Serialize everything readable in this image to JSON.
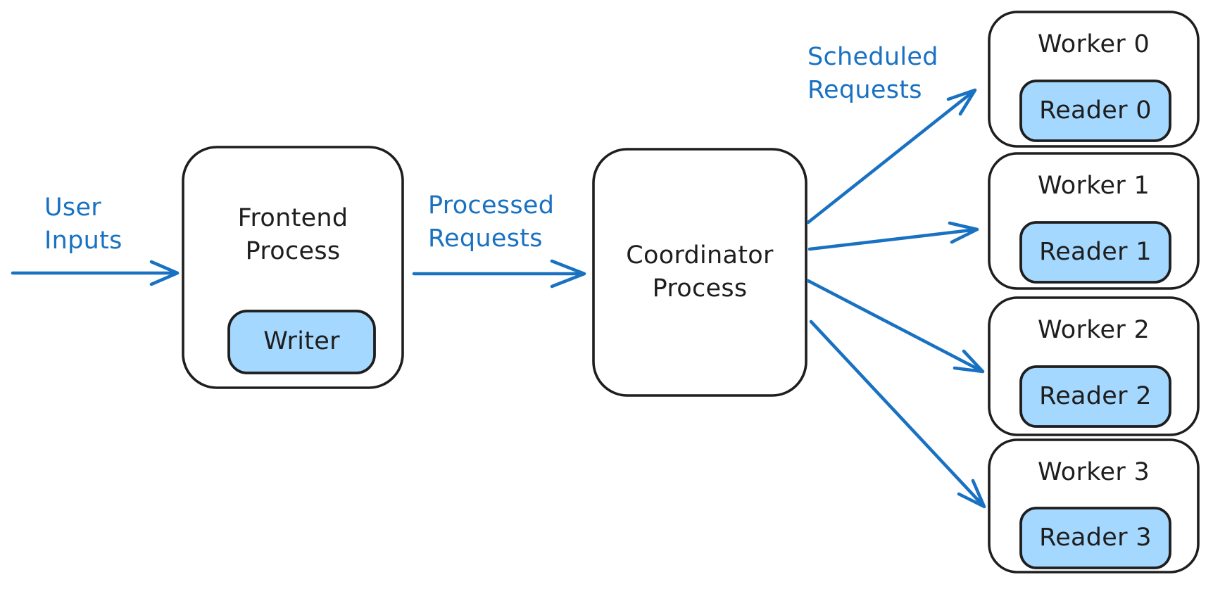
{
  "colors": {
    "blue": "#1971c2",
    "light_blue": "#a5d8ff",
    "ink": "#1e1e1e",
    "background": "#ffffff"
  },
  "edge_labels": {
    "user_inputs": {
      "lines": [
        "User",
        "Inputs"
      ]
    },
    "processed_requests": {
      "lines": [
        "Processed",
        "Requests"
      ]
    },
    "scheduled_requests": {
      "lines": [
        "Scheduled",
        "Requests"
      ]
    }
  },
  "nodes": {
    "frontend": {
      "title_lines": [
        "Frontend",
        "Process"
      ],
      "inner": "Writer"
    },
    "coordinator": {
      "title_lines": [
        "Coordinator",
        "Process"
      ]
    },
    "workers": [
      {
        "title": "Worker 0",
        "reader": "Reader 0"
      },
      {
        "title": "Worker 1",
        "reader": "Reader 1"
      },
      {
        "title": "Worker 2",
        "reader": "Reader 2"
      },
      {
        "title": "Worker 3",
        "reader": "Reader 3"
      }
    ]
  },
  "edges": [
    {
      "from": "user-inputs",
      "to": "frontend-process",
      "label": "User Inputs"
    },
    {
      "from": "frontend-process",
      "to": "coordinator-process",
      "label": "Processed Requests"
    },
    {
      "from": "coordinator-process",
      "to": "worker-0",
      "label": "Scheduled Requests"
    },
    {
      "from": "coordinator-process",
      "to": "worker-1",
      "label": ""
    },
    {
      "from": "coordinator-process",
      "to": "worker-2",
      "label": ""
    },
    {
      "from": "coordinator-process",
      "to": "worker-3",
      "label": ""
    }
  ]
}
